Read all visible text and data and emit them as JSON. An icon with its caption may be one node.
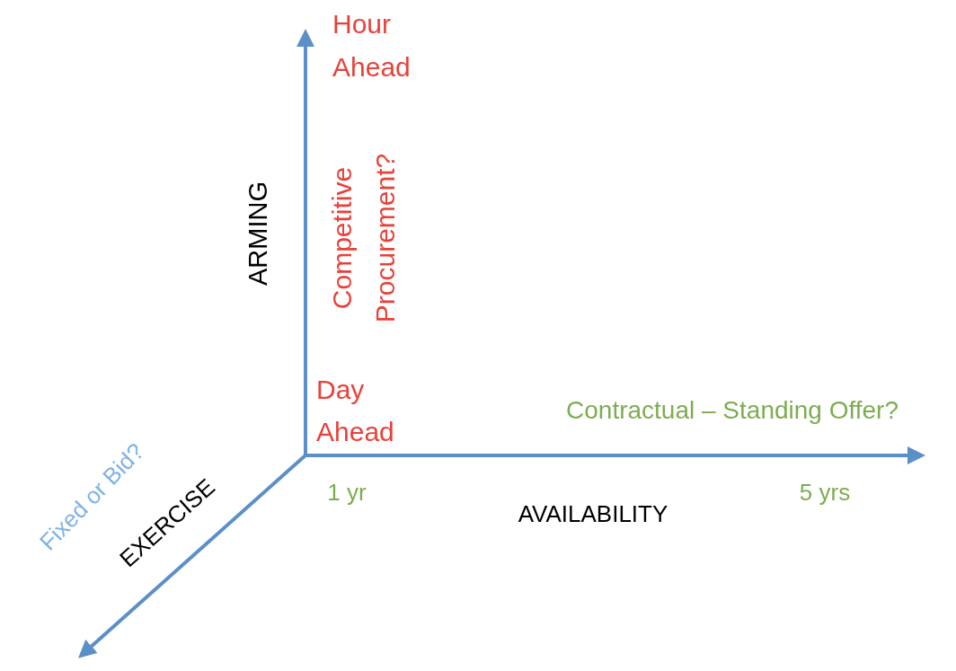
{
  "diagram": {
    "labels": [
      "Hour Ahead",
      "ARMING",
      "Competitive Procurement?",
      "Day Ahead",
      "Contractual – Standing Offer?",
      "Fixed or Bid?",
      "EXERCISE",
      "1 yr",
      "AVAILABILITY",
      "5 yrs"
    ]
  }
}
